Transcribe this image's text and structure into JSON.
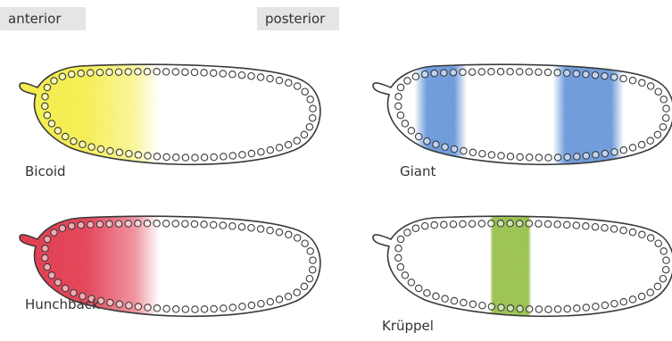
{
  "labels": {
    "anterior": "anterior",
    "posterior": "posterior"
  },
  "embryos": [
    {
      "caption": "Bicoid",
      "color": "#f3ec3a",
      "pattern": "anterior-gradient"
    },
    {
      "caption": "Giant",
      "color": "#4f86d4",
      "pattern": "two-bands"
    },
    {
      "caption": "Hunchback",
      "color": "#e0283f",
      "pattern": "anterior-gradient"
    },
    {
      "caption": "Krüppel",
      "color": "#8dba38",
      "pattern": "central-band"
    }
  ]
}
